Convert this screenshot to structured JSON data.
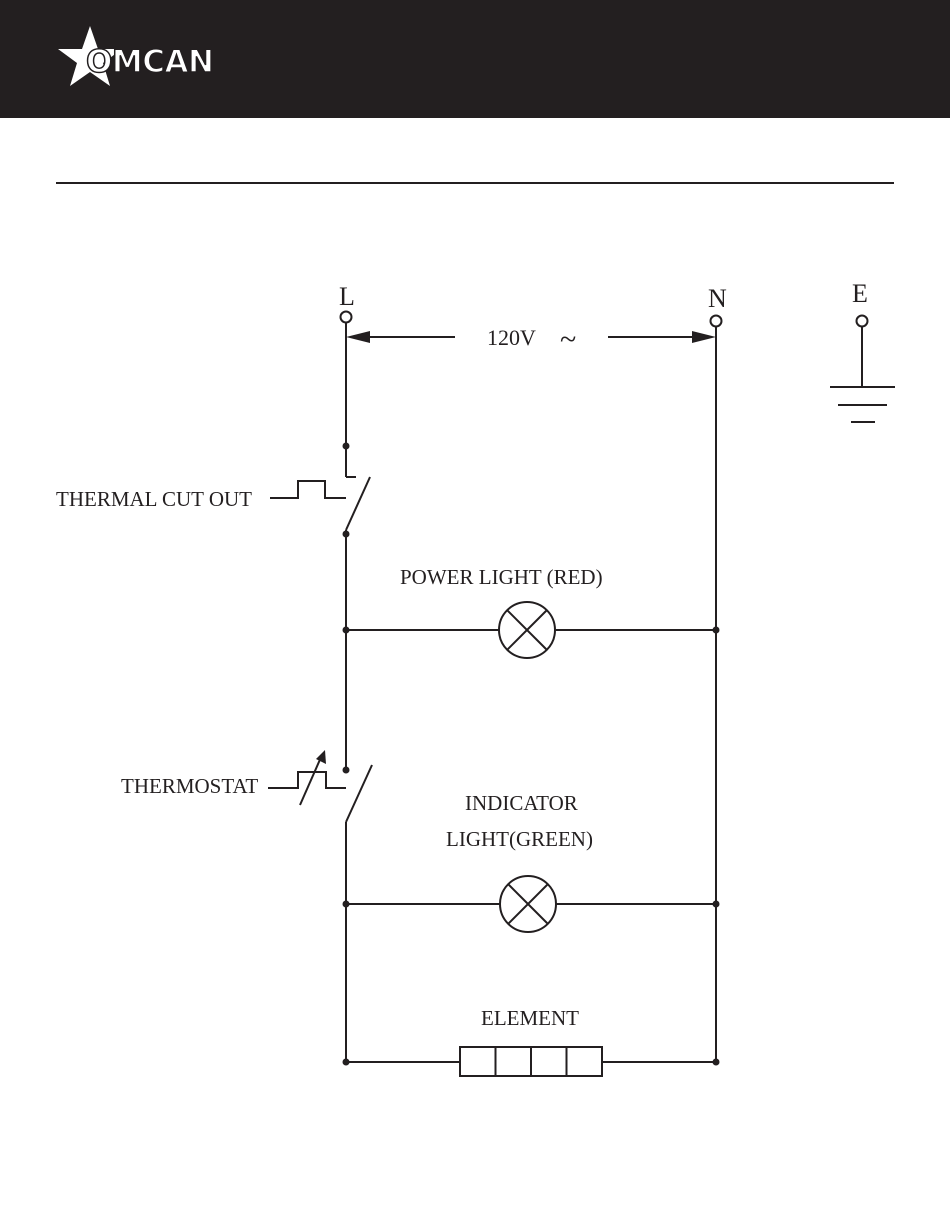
{
  "brand": {
    "name": "OMCAN"
  },
  "diagram": {
    "terminals": {
      "line": "L",
      "neutral": "N",
      "earth": "E"
    },
    "supply_voltage": "120V",
    "supply_symbol": "~",
    "components": {
      "thermal_cut_out": "THERMAL CUT OUT",
      "power_light": "POWER LIGHT (RED)",
      "thermostat": "THERMOSTAT",
      "indicator_light_line1": "INDICATOR",
      "indicator_light_line2": "LIGHT(GREEN)",
      "element": "ELEMENT"
    }
  }
}
